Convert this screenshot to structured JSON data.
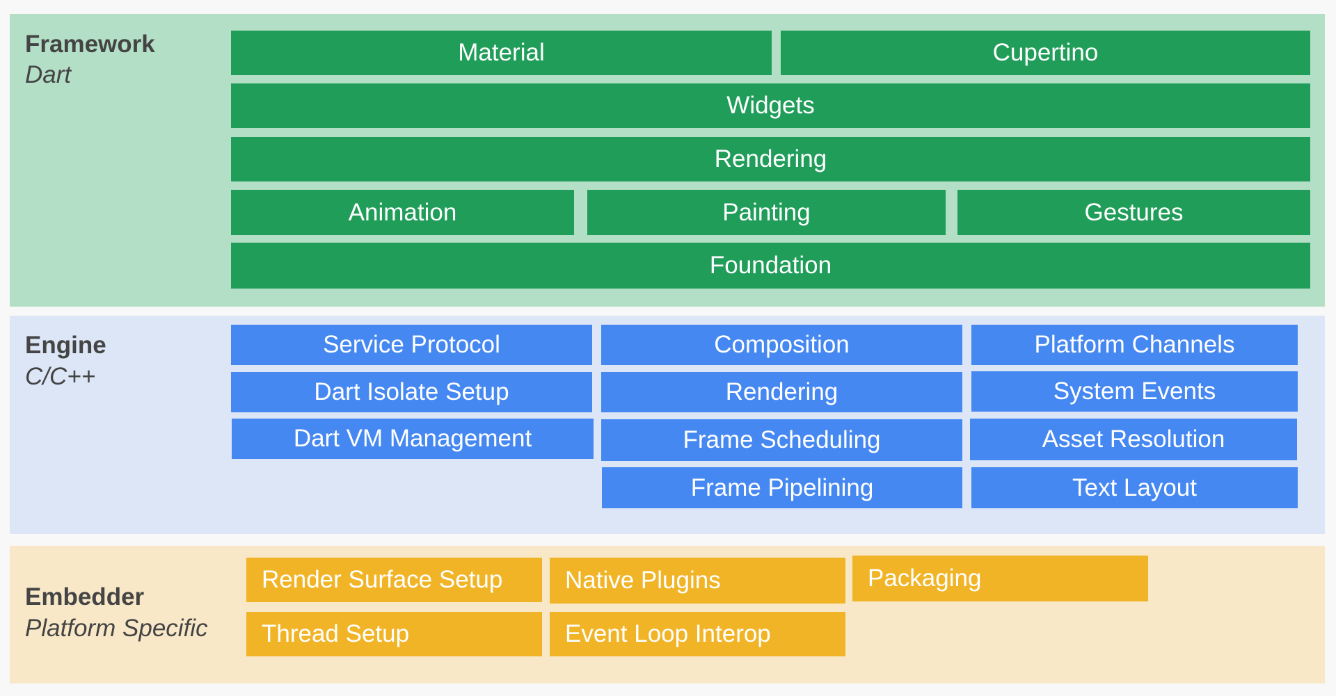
{
  "framework": {
    "title": "Framework",
    "subtitle": "Dart",
    "color": "#1f9d59",
    "background": "#b4dfc7",
    "boxes": [
      "Material",
      "Cupertino",
      "Widgets",
      "Rendering",
      "Animation",
      "Painting",
      "Gestures",
      "Foundation"
    ]
  },
  "engine": {
    "title": "Engine",
    "subtitle": "C/C++",
    "color": "#4688f1",
    "background": "#dce6f7",
    "boxes": [
      "Service Protocol",
      "Dart Isolate Setup",
      "Dart VM Management",
      "Composition",
      "Rendering",
      "Frame Scheduling",
      "Frame Pipelining",
      "Platform Channels",
      "System Events",
      "Asset Resolution",
      "Text Layout"
    ]
  },
  "embedder": {
    "title": "Embedder",
    "subtitle": "Platform Specific",
    "color": "#f1b427",
    "background": "#f8e8c8",
    "boxes": [
      "Render Surface Setup",
      "Thread Setup",
      "Native Plugins",
      "Event Loop Interop",
      "Packaging"
    ]
  }
}
